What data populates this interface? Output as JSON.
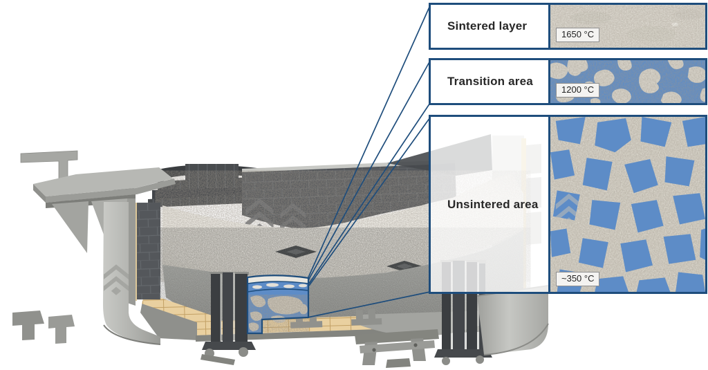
{
  "figure": {
    "name": "furnace-lining-cutaway",
    "callouts": [
      {
        "id": "sintered",
        "label": "Sintered layer",
        "temperature": "1650 °C"
      },
      {
        "id": "transition",
        "label": "Transition area",
        "temperature": "1200 °C"
      },
      {
        "id": "unsintered",
        "label": "Unsintered area",
        "temperature": "~350 °C"
      }
    ],
    "colors": {
      "callout_border": "#1e4d7c",
      "melt_blue": "#5d8cc7",
      "refractory_cream": "#d9d5cb",
      "hearth_white": "#f0eee8",
      "brick_tan": "#e8cf9d",
      "wall_dark_brick": "#54575b",
      "shell_gray": "#b5b6b2"
    },
    "icons": [
      {
        "name": "chevron-watermark"
      }
    ]
  }
}
